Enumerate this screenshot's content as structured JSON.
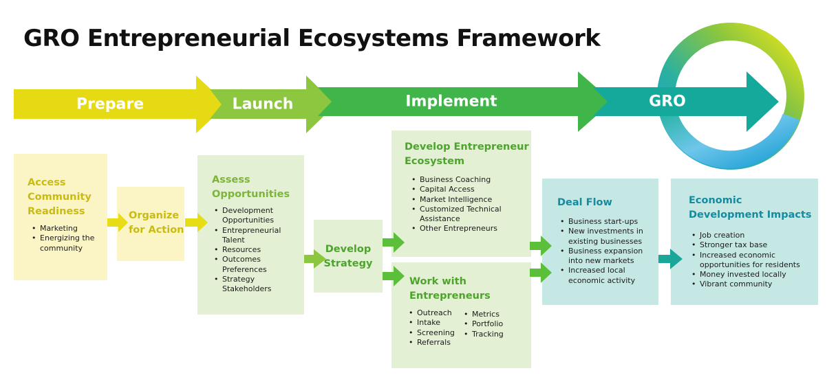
{
  "title": "GRO Entrepreneurial Ecosystems Framework",
  "phases": [
    {
      "label": "Prepare",
      "color": "#e2d61a"
    },
    {
      "label": "Launch",
      "color": "#8cc63f"
    },
    {
      "label": "Implement",
      "color": "#3eb449"
    },
    {
      "label": "GRO",
      "color": "#13a89e"
    }
  ],
  "colors": {
    "box_yellow": "#fbf5c6",
    "box_green": "#e3f0d3",
    "box_teal": "#c6e8e4",
    "arrow_yellow": "#e8dc16",
    "arrow_green": "#5cbf3a",
    "arrow_teal": "#1aa79a"
  },
  "boxes": {
    "access": {
      "title": "Access\nCommunity\nReadiness",
      "items": [
        "Marketing",
        "Energizing the\ncommunity"
      ]
    },
    "organize": {
      "title": "Organize\nfor Action"
    },
    "assess": {
      "title": "Assess\nOpportunities",
      "items": [
        "Development\nOpportunities",
        "Entrepreneurial\nTalent",
        "Resources",
        "Outcomes\nPreferences",
        "Strategy\nStakeholders"
      ]
    },
    "develop_strategy": {
      "title": "Develop\nStrategy"
    },
    "develop_ecosystem": {
      "title": "Develop Entrepreneur\nEcosystem",
      "items": [
        "Business Coaching",
        "Capital Access",
        "Market Intelligence",
        "Customized Technical\nAssistance",
        "Other Entrepreneurs"
      ]
    },
    "work_with": {
      "title": "Work with\nEntrepreneurs",
      "items_left": [
        "Outreach",
        "Intake",
        "Screening",
        "Referrals"
      ],
      "items_right": [
        "Metrics",
        "Portfolio",
        "Tracking"
      ]
    },
    "deal_flow": {
      "title": "Deal Flow",
      "items": [
        "Business start-ups",
        "New investments in\nexisting businesses",
        "Business expansion\ninto new markets",
        "Increased local\neconomic activity"
      ]
    },
    "economic": {
      "title": "Economic\nDevelopment Impacts",
      "items": [
        "Job creation",
        "Stronger tax base",
        "Increased economic\nopportunities for residents",
        "Money invested locally",
        "Vibrant community"
      ]
    }
  }
}
